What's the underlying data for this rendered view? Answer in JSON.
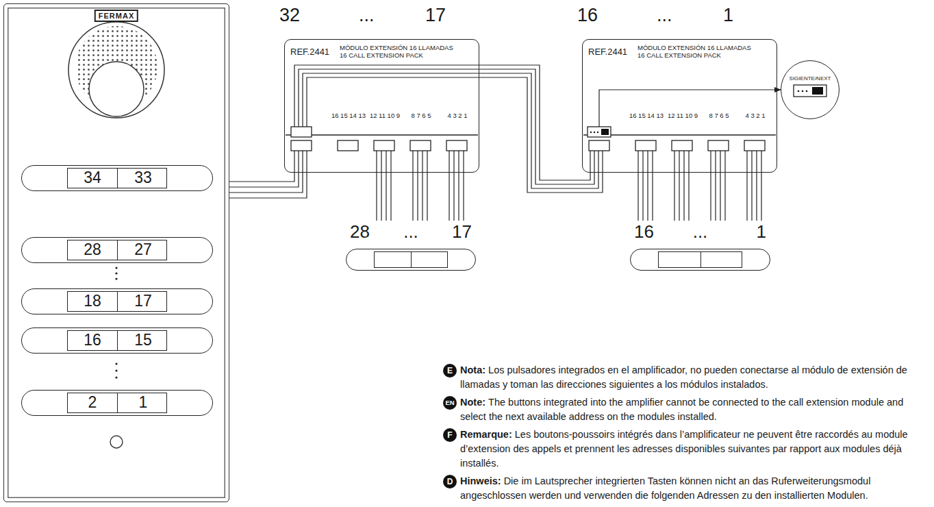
{
  "diagram": {
    "nodes": [
      {
        "text": [
          "FERMAX"
        ]
      },
      {
        "text": [
          "34",
          "33"
        ],
        "in": 0
      },
      {
        "text": [
          "28",
          "27"
        ],
        "in": 0
      },
      {
        "text": [
          "18",
          "17"
        ],
        "in": 0
      },
      {
        "text": [
          "16",
          "15"
        ],
        "in": 0
      },
      {
        "text": [
          "2",
          "1"
        ],
        "in": 0
      },
      {
        "text": [
          "32",
          "...",
          "17",
          "REF.2441",
          "MÓDULO EXTENSIÓN 16 LLAMADAS",
          "16 CALL EXTENSION PACK"
        ]
      },
      {
        "text": [
          "16",
          "...",
          "1",
          "REF.2441",
          "MÓDULO EXTENSIÓN 16 LLAMADAS",
          "16 CALL EXTENSION PACK"
        ]
      },
      {
        "text": [
          "SIGIENTE/NEXT"
        ]
      },
      {
        "text": [
          "28",
          "...",
          "17"
        ]
      },
      {
        "text": [
          "16",
          "...",
          "1"
        ]
      },
      {
        "text": [
          "E"
        ]
      },
      {
        "text": [
          "EN"
        ]
      },
      {
        "text": [
          "F"
        ]
      },
      {
        "text": [
          "D"
        ]
      }
    ],
    "edges": [
      {
        "from": 0,
        "to": 6,
        "arrow": "none"
      },
      {
        "from": 6,
        "to": 7,
        "arrow": "none"
      },
      {
        "from": 6,
        "to": 9,
        "arrow": "none"
      },
      {
        "from": 7,
        "to": 10,
        "arrow": "none"
      },
      {
        "from": 7,
        "to": 8,
        "arrow": "to"
      }
    ],
    "labels": [
      "16 15 14 13",
      "12 11 10 9",
      "8 7 6 5",
      "4 3 2 1",
      "16 15 14 13",
      "12 11 10 9",
      "8 7 6 5",
      "4 3 2 1",
      "Nota:",
      "Los pulsadores integrados en el amplificador, no pueden conectarse al módulo de extensión de llamadas y toman las direcciones siguientes a los módulos instalados.",
      "Note:",
      "The buttons integrated into the amplifier cannot be connected to the call extension module and select the next available address on the modules installed.",
      "Remarque:",
      "Les boutons-poussoirs intégrés dans l’amplificateur ne peuvent être raccordés au module d’extension des appels et prennent les adresses disponibles suivantes par rapport aux modules déjà installés.",
      "Hinweis:",
      "Die im Lautsprecher integrierten Tasten können nicht an das Ruferweiterungsmodul angeschlossen werden und verwenden die folgenden Adressen zu den installierten Modulen."
    ]
  }
}
